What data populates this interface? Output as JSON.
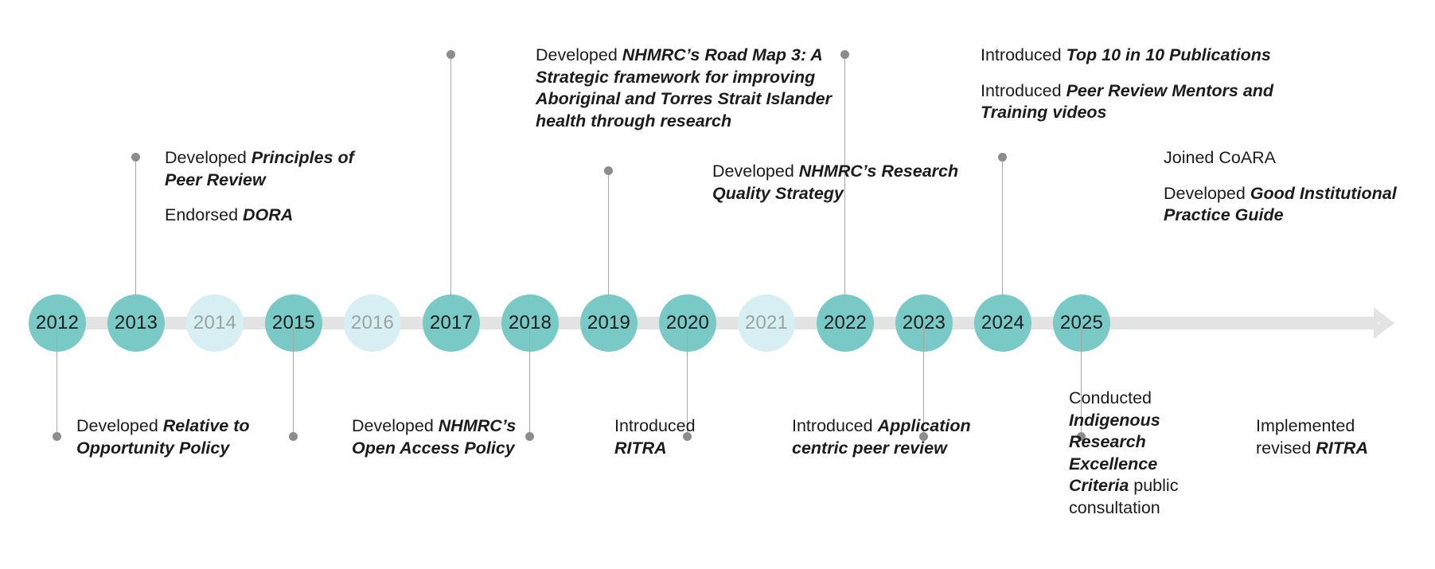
{
  "axis": {
    "arrow_icon": "arrow-right-icon",
    "bar_color": "#e3e3e3",
    "active_color": "#79cac6",
    "inactive_color": "#d7eef2"
  },
  "years": [
    {
      "label": "2012",
      "state": "active"
    },
    {
      "label": "2013",
      "state": "active"
    },
    {
      "label": "2014",
      "state": "inactive"
    },
    {
      "label": "2015",
      "state": "active"
    },
    {
      "label": "2016",
      "state": "inactive"
    },
    {
      "label": "2017",
      "state": "active"
    },
    {
      "label": "2018",
      "state": "active"
    },
    {
      "label": "2019",
      "state": "active"
    },
    {
      "label": "2020",
      "state": "active"
    },
    {
      "label": "2021",
      "state": "inactive"
    },
    {
      "label": "2022",
      "state": "active"
    },
    {
      "label": "2023",
      "state": "active"
    },
    {
      "label": "2024",
      "state": "active"
    },
    {
      "label": "2025",
      "state": "active"
    }
  ],
  "notes_above": {
    "y2013": {
      "line1_plain": "Developed ",
      "line1_bold": "Principles of Peer Review",
      "line2_plain": "Endorsed ",
      "line2_bold": "DORA"
    },
    "y2017": {
      "line1_plain": "Developed ",
      "line1_bold": "NHMRC’s Road Map 3: A Strategic framework for improving Aboriginal and Torres Strait Islander health through research"
    },
    "y2019": {
      "line1_plain": "Developed ",
      "line1_bold": "NHMRC’s Research Quality Strategy"
    },
    "y2022": {
      "line1_plain": "Introduced ",
      "line1_bold": "Top 10 in 10 Publications",
      "line2_plain": "Introduced ",
      "line2_bold": "Peer Review Mentors and Training videos"
    },
    "y2024": {
      "line1_plain": "Joined CoARA",
      "line2_plain": "Developed ",
      "line2_bold": "Good Institutional Practice Guide"
    }
  },
  "notes_below": {
    "y2012": {
      "line1_plain": "Developed ",
      "line1_bold": "Relative to Opportunity Policy"
    },
    "y2015": {
      "line1_plain": "Developed ",
      "line1_bold": "NHMRC’s Open Access Policy"
    },
    "y2018": {
      "line1_plain": "Introduced ",
      "line1_bold": "RITRA"
    },
    "y2020": {
      "line1_plain": "Introduced ",
      "line1_bold": "Application centric peer review"
    },
    "y2023": {
      "line1_plain": "Conducted ",
      "line1_bold": "Indigenous Research Excellence Criteria",
      "line1_tail": " public consultation"
    },
    "y2025": {
      "line1_plain": "Implemented revised ",
      "line1_bold": "RITRA"
    }
  }
}
